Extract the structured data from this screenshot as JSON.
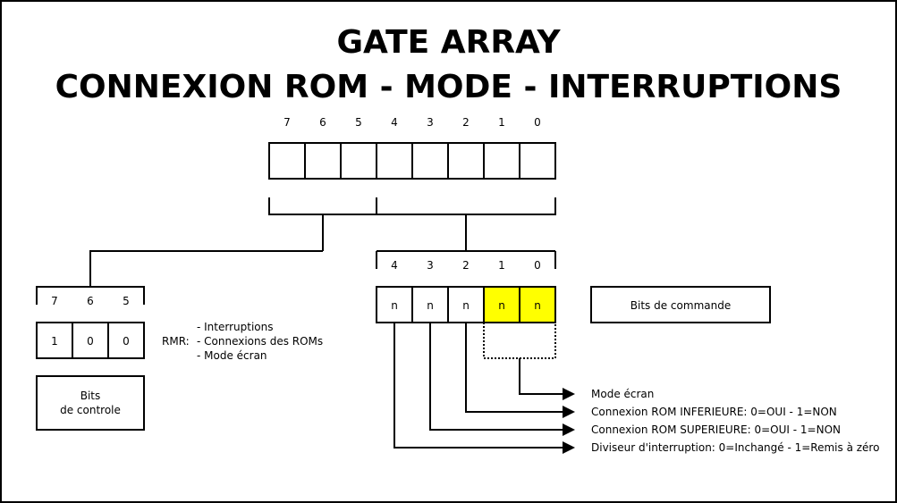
{
  "title": {
    "line1": "GATE ARRAY",
    "line2": "CONNEXION ROM - MODE - INTERRUPTIONS"
  },
  "register": {
    "bit_numbers": [
      "7",
      "6",
      "5",
      "4",
      "3",
      "2",
      "1",
      "0"
    ]
  },
  "control_bits": {
    "bit_numbers": [
      "7",
      "6",
      "5"
    ],
    "values": [
      "1",
      "0",
      "0"
    ],
    "box_label_line1": "Bits",
    "box_label_line2": "de controle"
  },
  "rmr": {
    "prefix": "RMR:",
    "items": [
      "- Interruptions",
      "- Connexions des ROMs",
      "- Mode écran"
    ]
  },
  "command_bits": {
    "bit_numbers": [
      "4",
      "3",
      "2",
      "1",
      "0"
    ],
    "values": [
      "n",
      "n",
      "n",
      "n",
      "n"
    ],
    "highlight_color": "#ffff00",
    "box_label": "Bits de commande"
  },
  "arrows": {
    "labels": [
      "Mode écran",
      "Connexion ROM INFERIEURE: 0=OUI - 1=NON",
      "Connexion ROM SUPERIEURE: 0=OUI - 1=NON",
      "Diviseur d'interruption: 0=Inchangé - 1=Remis à zéro"
    ]
  }
}
